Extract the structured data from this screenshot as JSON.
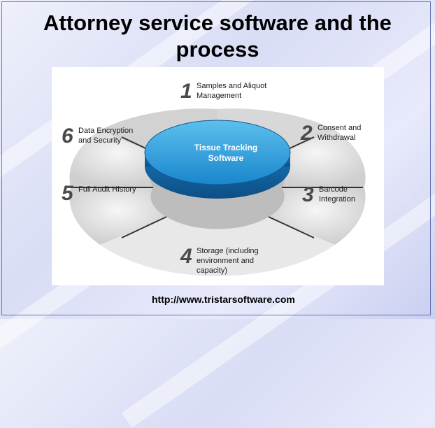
{
  "title": "Attorney service software and the process",
  "center": {
    "line1": "Tissue Tracking",
    "line2": "Software"
  },
  "segments": [
    {
      "number": "1",
      "label": "Samples and Aliquot\nManagement"
    },
    {
      "number": "2",
      "label": "Consent and\nWithdrawal"
    },
    {
      "number": "3",
      "label": "Barcode\nIntegration"
    },
    {
      "number": "4",
      "label": "Storage (including\nenvironment and\ncapacity)"
    },
    {
      "number": "5",
      "label": "Full Audit History"
    },
    {
      "number": "6",
      "label": "Data Encryption\nand Security"
    }
  ],
  "url": "http://www.tristarsoftware.com",
  "colors": {
    "hub": "#1a7fc4",
    "hub_top": "#3aa6e0",
    "segment": "#d4d4d4",
    "segment_light": "#ececec"
  }
}
